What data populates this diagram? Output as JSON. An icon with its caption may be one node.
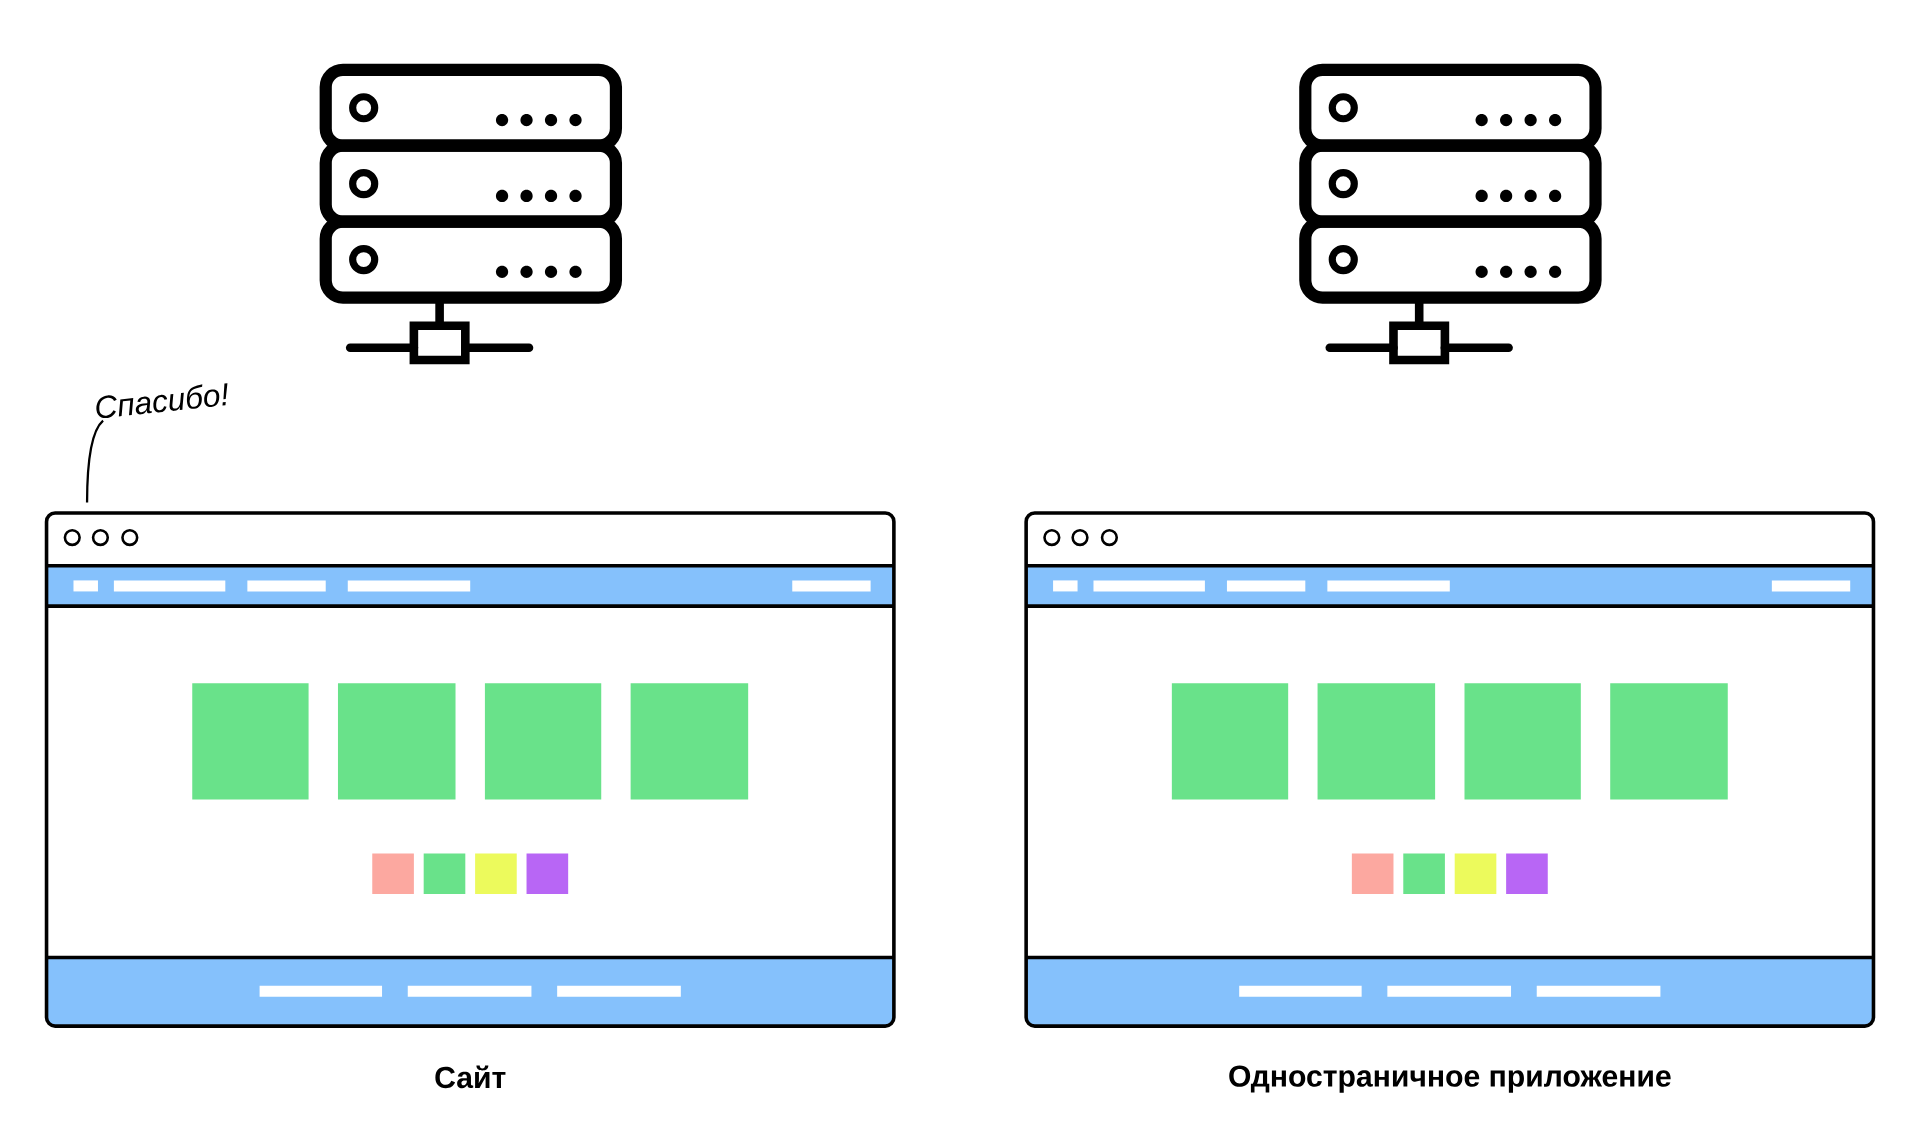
{
  "diagram": {
    "nodes": [
      {
        "text": [],
        "shape": "picture"
      },
      {
        "text": [],
        "shape": "picture"
      },
      {
        "text": [
          "Сайт"
        ]
      },
      {
        "text": [
          "Одностраничное приложение"
        ]
      },
      {
        "text": [
          "Спасибо!"
        ]
      }
    ],
    "edges": [
      {
        "from": 4,
        "to": 2,
        "arrow": "none"
      }
    ]
  }
}
